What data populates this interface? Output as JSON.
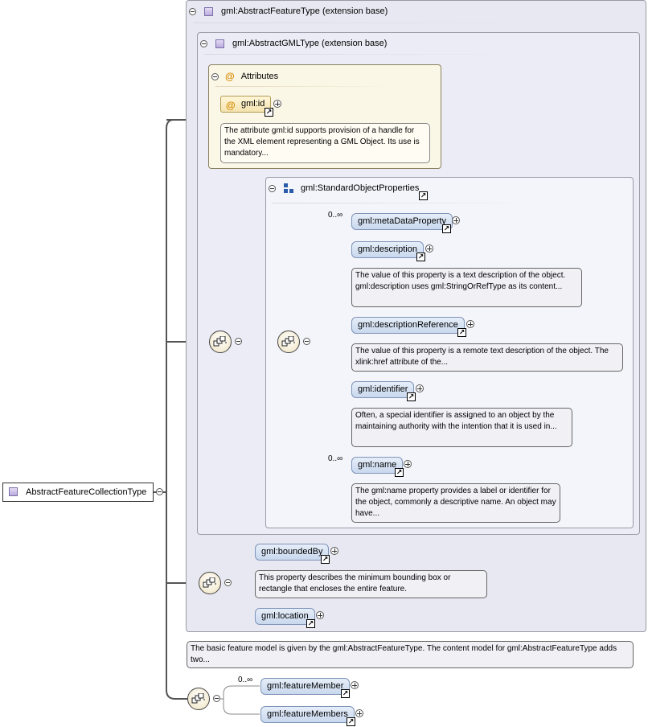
{
  "root": {
    "label": "AbstractFeatureCollectionType"
  },
  "feature_type": {
    "label": "gml:AbstractFeatureType (extension base)"
  },
  "gml_type": {
    "label": "gml:AbstractGMLType (extension base)"
  },
  "attributes": {
    "title": "Attributes",
    "gml_id": {
      "label": "gml:id",
      "doc": "The attribute gml:id supports provision of a handle for the XML element representing a GML Object. Its use is mandatory..."
    }
  },
  "standard_props": {
    "label": "gml:StandardObjectProperties",
    "metaDataProperty": {
      "label": "gml:metaDataProperty",
      "card": "0..∞"
    },
    "description": {
      "label": "gml:description",
      "doc": "The value of this property is a text description of the object. gml:description uses gml:StringOrRefType as its content..."
    },
    "descriptionReference": {
      "label": "gml:descriptionReference",
      "doc": "The value of this property is a remote text description of the object. The xlink:href attribute of the..."
    },
    "identifier": {
      "label": "gml:identifier",
      "doc": "Often, a special identifier is assigned to an object by the maintaining authority with the intention that it is used in..."
    },
    "name": {
      "label": "gml:name",
      "card": "0..∞",
      "doc": "The gml:name property provides a label or identifier for the object, commonly a descriptive name. An object may have..."
    }
  },
  "feature_props": {
    "boundedBy": {
      "label": "gml:boundedBy",
      "doc": "This property describes the minimum bounding box or rectangle that encloses the entire feature."
    },
    "location": {
      "label": "gml:location"
    }
  },
  "feature_doc": "The basic feature model is given by the gml:AbstractFeatureType. The content model for gml:AbstractFeatureType adds two...",
  "members": {
    "featureMember": {
      "label": "gml:featureMember",
      "card": "0..∞"
    },
    "featureMembers": {
      "label": "gml:featureMembers"
    }
  }
}
